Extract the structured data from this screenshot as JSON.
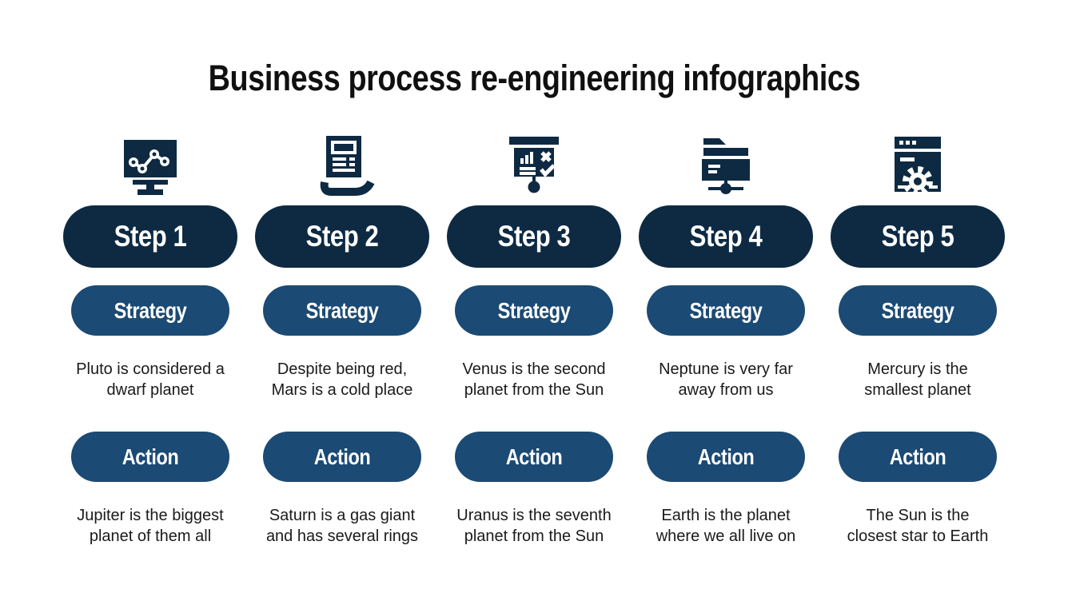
{
  "title": "Business process re-engineering infographics",
  "colors": {
    "dark_navy": "#0e2a43",
    "medium_blue": "#1b4a74",
    "text_dark": "#1a1a1a",
    "background": "#ffffff",
    "label_white": "#ffffff"
  },
  "columns": [
    {
      "icon": "monitor-line-chart-icon",
      "step_label": "Step 1",
      "strategy_label": "Strategy",
      "strategy_text": "Pluto is considered a\ndwarf planet",
      "action_label": "Action",
      "action_text": "Jupiter is the biggest\nplanet of them all"
    },
    {
      "icon": "news-document-icon",
      "step_label": "Step 2",
      "strategy_label": "Strategy",
      "strategy_text": "Despite being red,\nMars is a cold place",
      "action_label": "Action",
      "action_text": "Saturn is a gas giant\nand has several rings"
    },
    {
      "icon": "presentation-board-icon",
      "step_label": "Step 3",
      "strategy_label": "Strategy",
      "strategy_text": "Venus is the second\nplanet from the Sun",
      "action_label": "Action",
      "action_text": "Uranus is the seventh\nplanet from the Sun"
    },
    {
      "icon": "network-folder-icon",
      "step_label": "Step 4",
      "strategy_label": "Strategy",
      "strategy_text": "Neptune is very far\naway from us",
      "action_label": "Action",
      "action_text": "Earth is the planet\nwhere we all live on"
    },
    {
      "icon": "browser-gear-icon",
      "step_label": "Step 5",
      "strategy_label": "Strategy",
      "strategy_text": "Mercury is the\nsmallest planet",
      "action_label": "Action",
      "action_text": "The Sun is the\nclosest star to Earth"
    }
  ]
}
